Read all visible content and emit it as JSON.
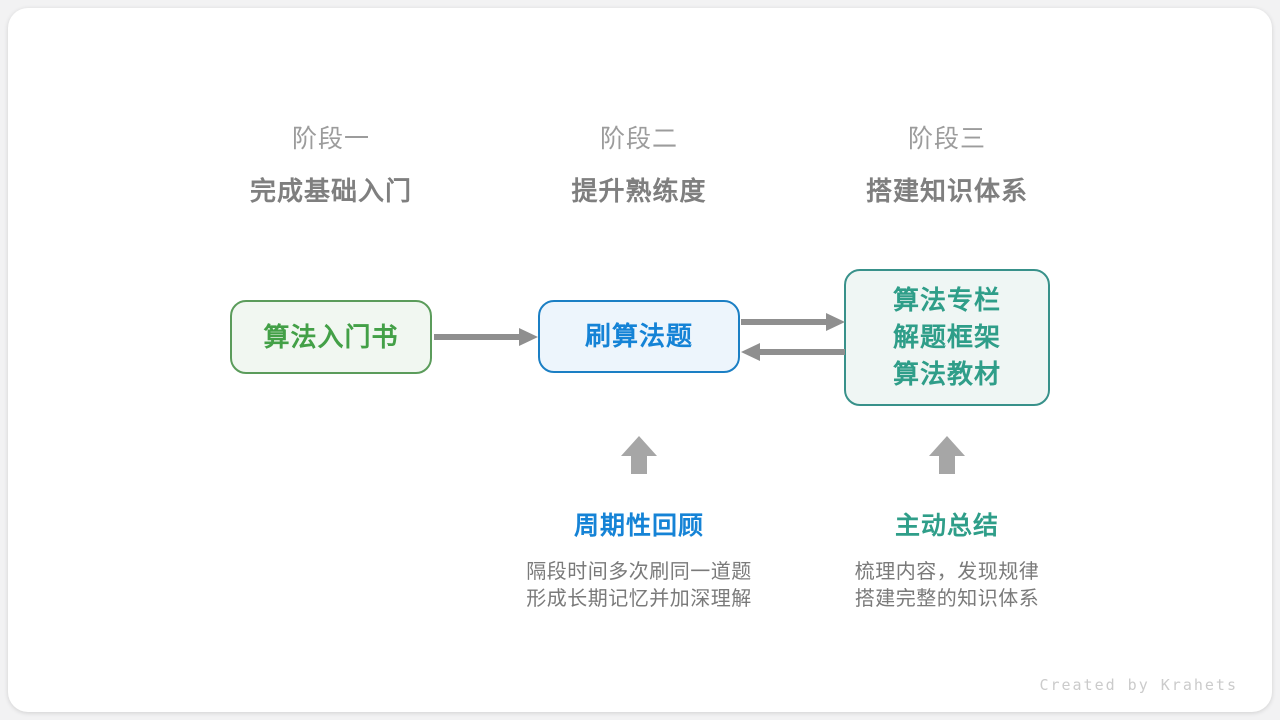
{
  "colors": {
    "page_bg": "#f2f2f3",
    "card_bg": "#ffffff",
    "stage_label": "#9c9c9c",
    "stage_subtitle": "#7f7f7f",
    "desc_text": "#7a7a7a",
    "line_arrow": "#8f8f8f",
    "block_arrow": "#a6a6a6",
    "credit_text": "#cbcbcb",
    "green_border": "#5b9c5b",
    "green_fill": "#f1f7f1",
    "green_text": "#43a047",
    "blue_border": "#1b7fc4",
    "blue_fill": "#edf5fc",
    "blue_text": "#1583d6",
    "teal_border": "#38918a",
    "teal_fill": "#eff6f4",
    "teal_text": "#2f9e89"
  },
  "stages": [
    {
      "label": "阶段一",
      "subtitle": "完成基础入门"
    },
    {
      "label": "阶段二",
      "subtitle": "提升熟练度"
    },
    {
      "label": "阶段三",
      "subtitle": "搭建知识体系"
    }
  ],
  "nodes": {
    "intro_book": {
      "text": "算法入门书"
    },
    "practice": {
      "text": "刷算法题"
    },
    "knowledge": {
      "lines": [
        "算法专栏",
        "解题框架",
        "算法教材"
      ]
    }
  },
  "annotations": [
    {
      "title": "周期性回顾",
      "lines": [
        "隔段时间多次刷同一道题",
        "形成长期记忆并加深理解"
      ]
    },
    {
      "title": "主动总结",
      "lines": [
        "梳理内容，发现规律",
        "搭建完整的知识体系"
      ]
    }
  ],
  "footer": {
    "credit": "Created by Krahets"
  }
}
